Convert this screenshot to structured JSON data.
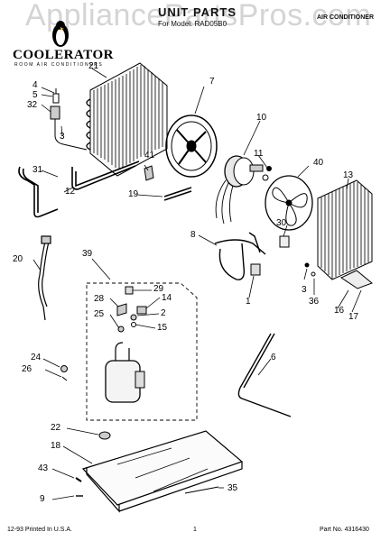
{
  "watermark": "AppliancePartsPros.com",
  "header": {
    "title": "UNIT PARTS",
    "subtitle": "For Model: RAD05B0",
    "category": "AIR CONDITIONER"
  },
  "brand": {
    "name": "COOLERATOR",
    "tagline": "ROOM AIR CONDITIONERS"
  },
  "footer": {
    "printed": "12-93 Printed In U.S.A.",
    "page": "1",
    "part_no": "Part No. 4316430"
  },
  "callouts": {
    "c1": "1",
    "c2": "2",
    "c3a": "3",
    "c3b": "3",
    "c4": "4",
    "c5": "5",
    "c6": "6",
    "c7": "7",
    "c8": "8",
    "c9": "9",
    "c10": "10",
    "c11": "11",
    "c12": "12",
    "c13": "13",
    "c14": "14",
    "c15": "15",
    "c16": "16",
    "c17": "17",
    "c18": "18",
    "c19": "19",
    "c20": "20",
    "c21": "21",
    "c22": "22",
    "c24": "24",
    "c25": "25",
    "c26": "26",
    "c28": "28",
    "c29": "29",
    "c30": "30",
    "c31": "31",
    "c32": "32",
    "c35": "35",
    "c36": "36",
    "c39": "39",
    "c40": "40",
    "c41": "41",
    "c43": "43"
  }
}
